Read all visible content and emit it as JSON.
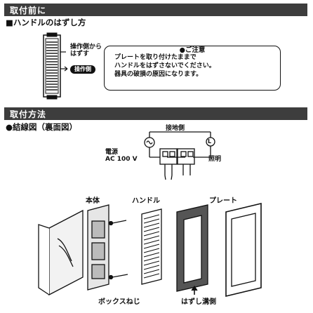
{
  "before": {
    "header": "取付前に",
    "subtitle": "■ハンドルのはずし方",
    "operating_side_note": "操作側から\nはずす",
    "operating_side_badge": "操作側",
    "notice_title": "●ご注意",
    "notice_lines": [
      "プレートを取り付けたままで",
      "ハンドルをはずさないでください。",
      "器具の破損の原因になります。"
    ]
  },
  "method": {
    "header": "取付方法",
    "subtitle": "●結線図（裏面図）",
    "ground_label": "接地側",
    "power_label": "電源\nAC 100 V",
    "lamp_label": "照明",
    "lamp_symbol": "L"
  },
  "parts": {
    "body": "本体",
    "handle": "ハンドル",
    "plate": "プレート",
    "box_screw": "ボックスねじ",
    "removal_groove": "はずし溝側"
  }
}
